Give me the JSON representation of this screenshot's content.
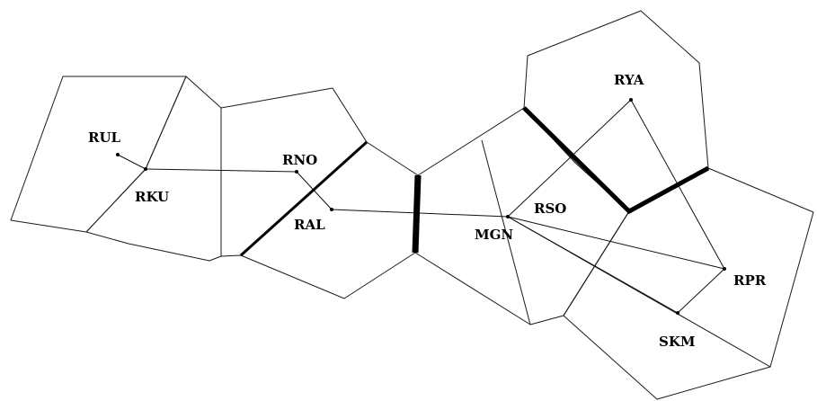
{
  "diagram": {
    "nodes": [
      {
        "id": "RUL",
        "label": "RUL"
      },
      {
        "id": "RKU",
        "label": "RKU"
      },
      {
        "id": "RNO",
        "label": "RNO"
      },
      {
        "id": "RAL",
        "label": "RAL"
      },
      {
        "id": "MGN",
        "label": "MGN"
      },
      {
        "id": "RSO",
        "label": "RSO"
      },
      {
        "id": "RYA",
        "label": "RYA"
      },
      {
        "id": "RPR",
        "label": "RPR"
      },
      {
        "id": "SKM",
        "label": "SKM"
      }
    ],
    "links": [
      [
        "RUL",
        "RKU"
      ],
      [
        "RKU",
        "RNO"
      ],
      [
        "RNO",
        "RAL"
      ],
      [
        "RAL",
        "MGN"
      ],
      [
        "MGN",
        "RYA"
      ],
      [
        "MGN",
        "RPR"
      ],
      [
        "MGN",
        "SKM"
      ],
      [
        "RYA",
        "RPR"
      ],
      [
        "RPR",
        "SKM"
      ]
    ],
    "colors": {
      "line": "#111111",
      "background": "#ffffff"
    }
  }
}
